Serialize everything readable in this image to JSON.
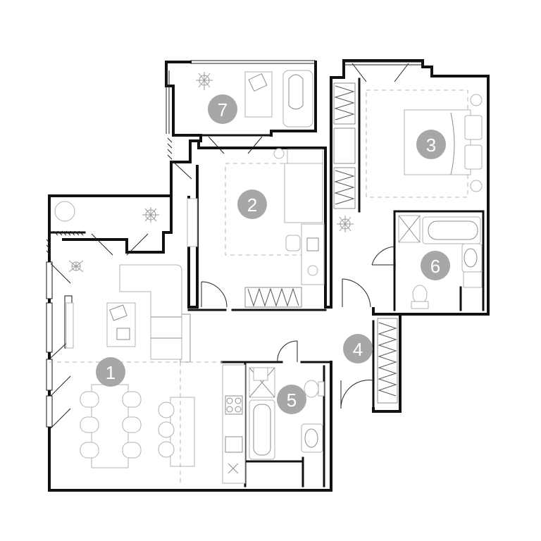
{
  "plan": {
    "rooms": [
      {
        "label": "1"
      },
      {
        "label": "2"
      },
      {
        "label": "3"
      },
      {
        "label": "4"
      },
      {
        "label": "5"
      },
      {
        "label": "6"
      },
      {
        "label": "7"
      }
    ]
  },
  "colors": {
    "wall": "#111111",
    "furniture": "#b3b3b3",
    "badge": "#a7a7a7",
    "badge_text": "#ffffff"
  }
}
